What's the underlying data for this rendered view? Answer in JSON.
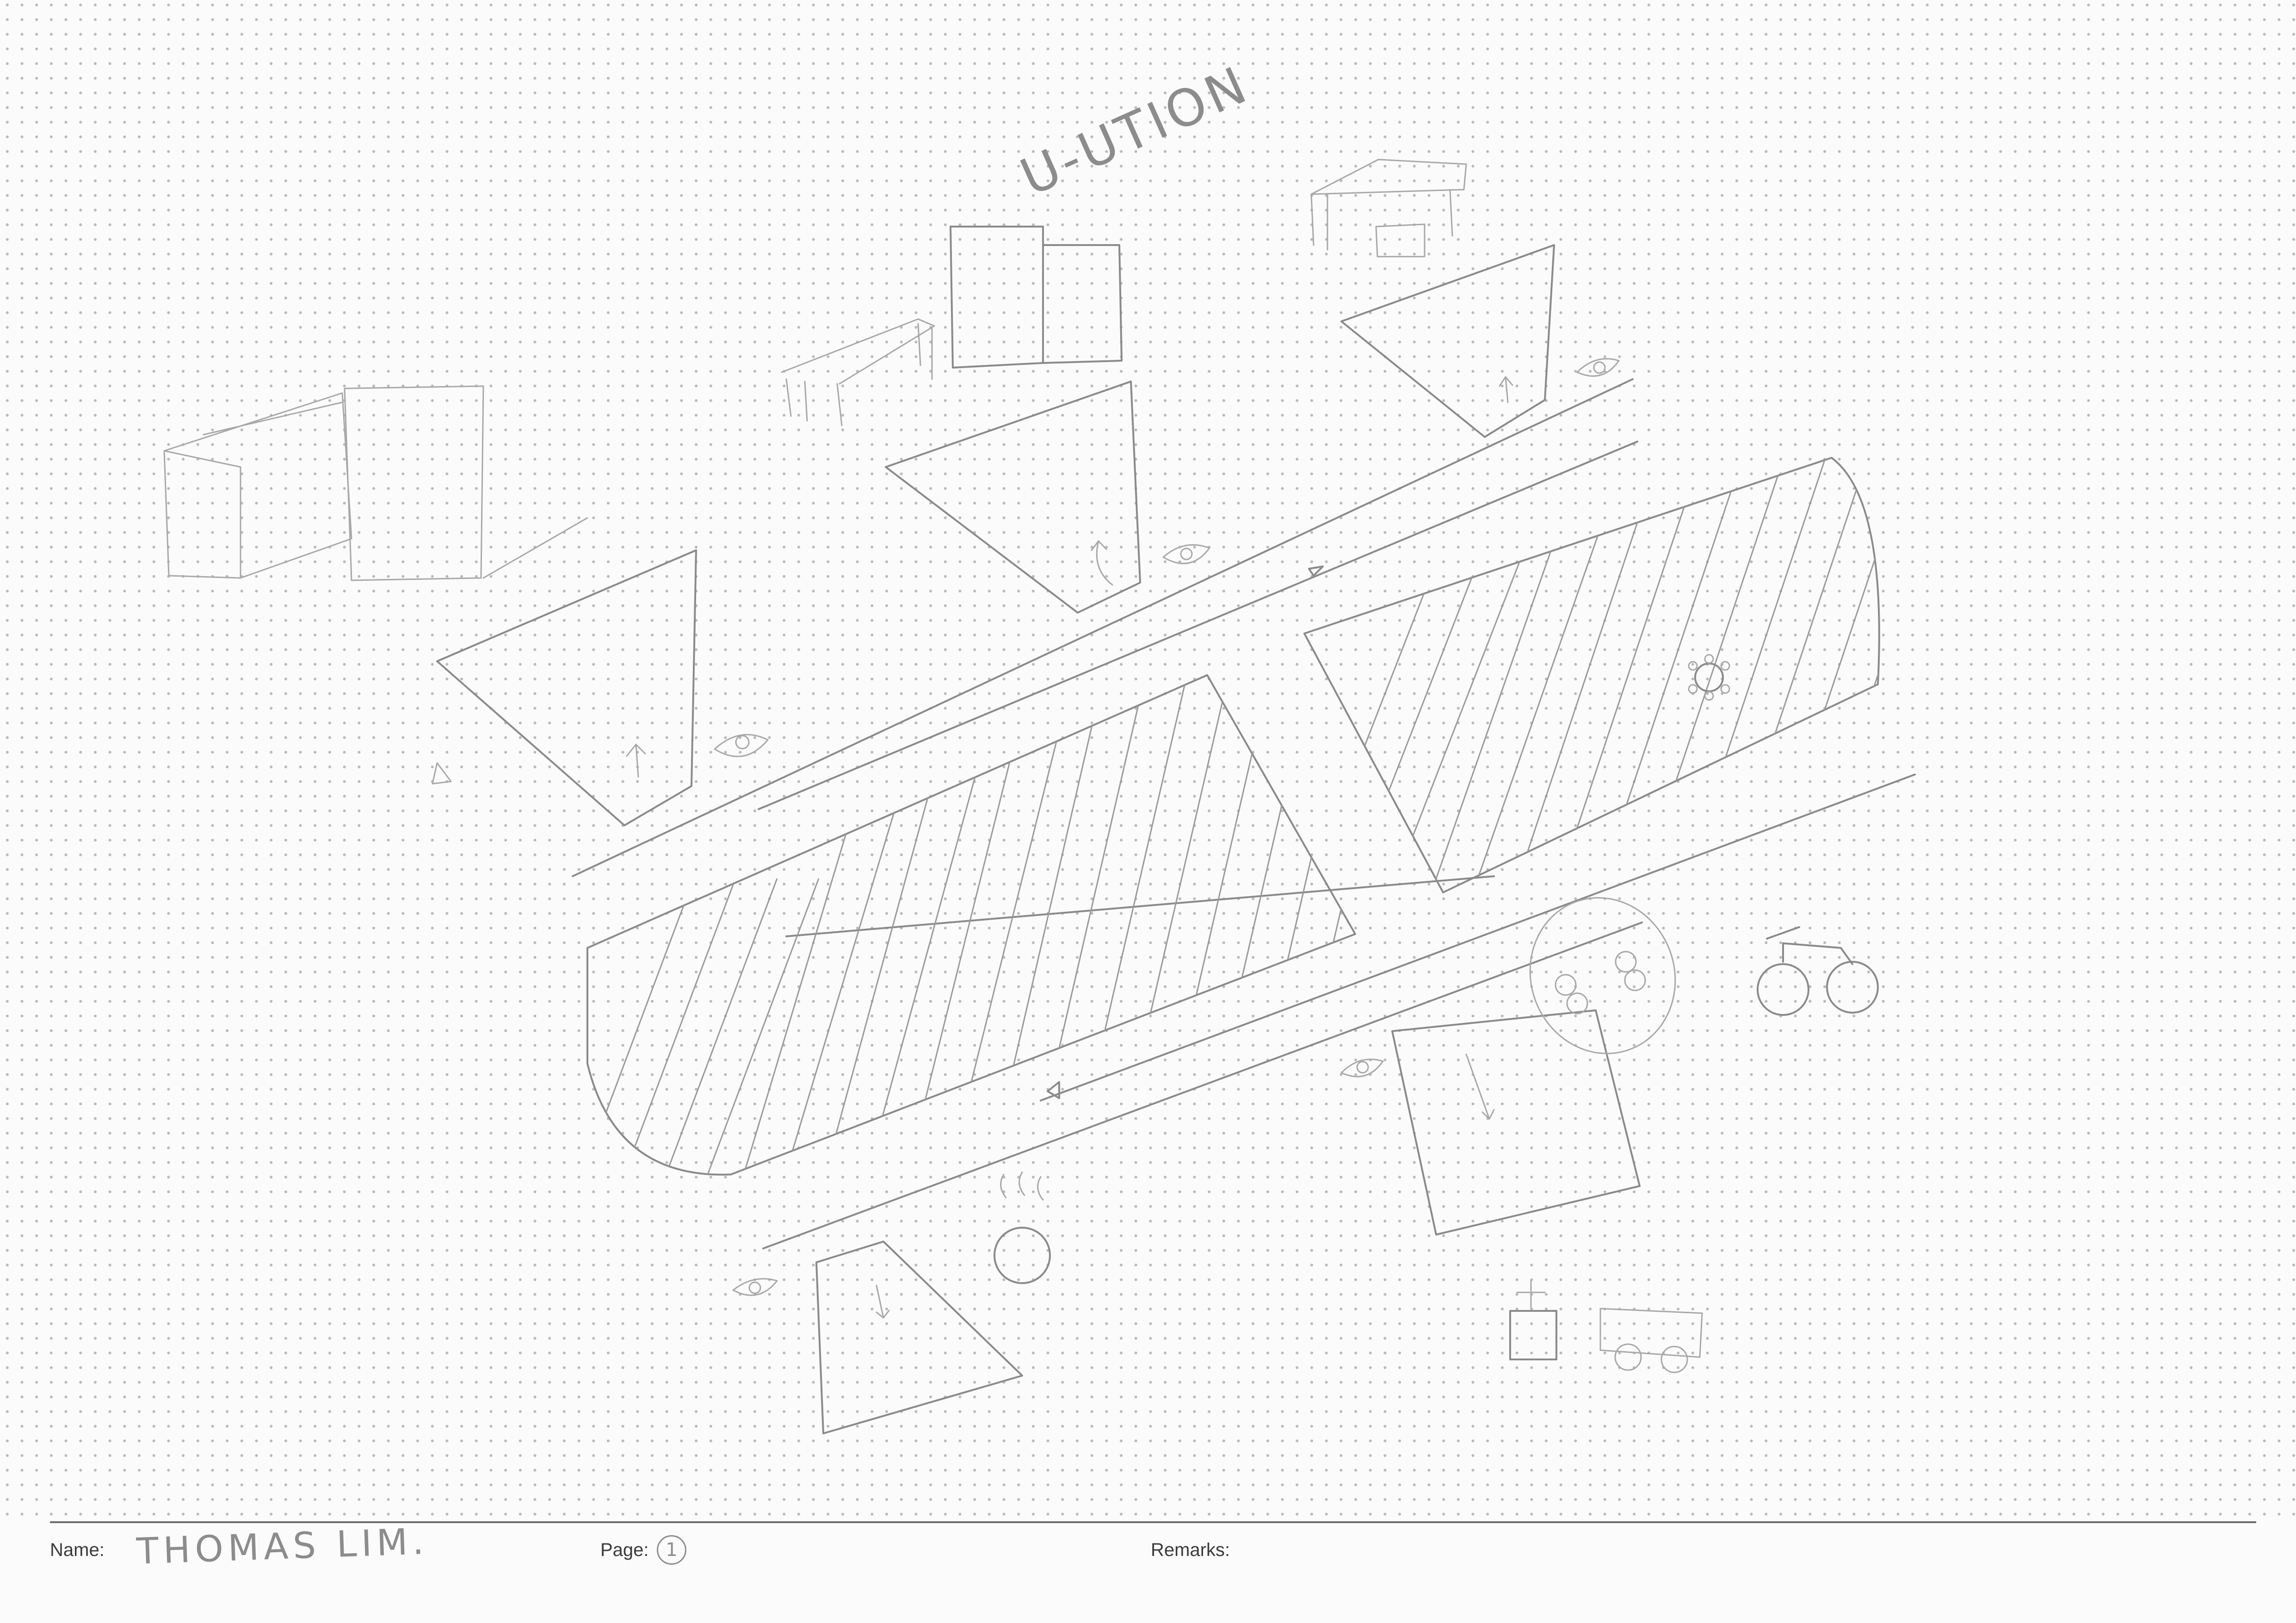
{
  "sketch": {
    "caption": "U-UTION"
  },
  "footer": {
    "name_label": "Name:",
    "name_value": "THOMAS LIM.",
    "page_label": "Page:",
    "page_value": "1",
    "remarks_label": "Remarks:"
  },
  "icons": [
    "eye-icon",
    "bench-icon",
    "bicycle-icon",
    "cart-icon",
    "table-icon",
    "person-icon",
    "steaming-bowl-icon",
    "arrow-icon"
  ]
}
